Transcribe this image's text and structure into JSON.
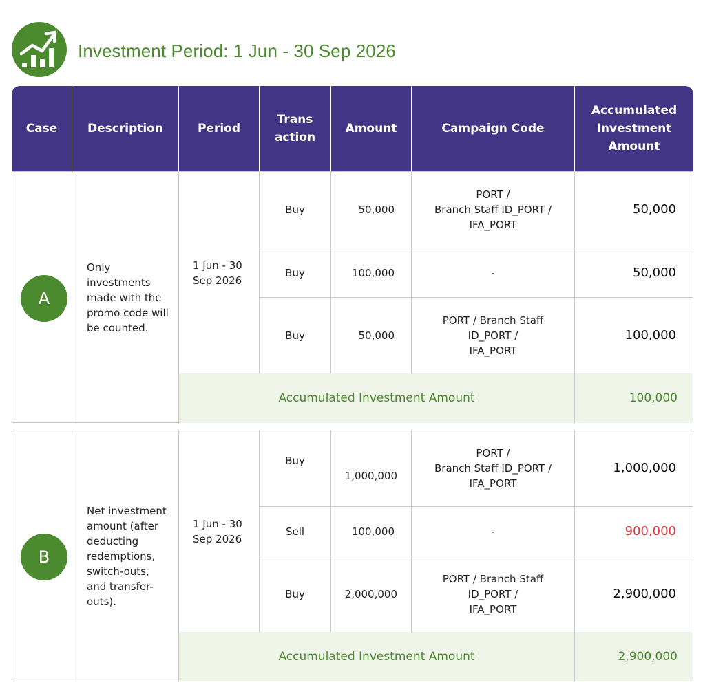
{
  "title": "Investment Period: 1 Jun - 30 Sep 2026",
  "icon": "growth-chart-icon",
  "colors": {
    "header_bg": "#423585",
    "accent_green": "#4b8a2e",
    "summary_bg": "#eef5e8",
    "negative": "#e0393e"
  },
  "columns": [
    "Case",
    "Description",
    "Period",
    "Trans\naction",
    "Amount",
    "Campaign Code",
    "Accumulated\nInvestment\nAmount"
  ],
  "cases": [
    {
      "label": "A",
      "description": "Only investments made with the promo code will be counted.",
      "period": "1 Jun - 30 Sep 2026",
      "rows": [
        {
          "transaction": "Buy",
          "amount": "50,000",
          "campaign_code": "PORT /\nBranch Staff ID_PORT /\nIFA_PORT",
          "accumulated": "50,000"
        },
        {
          "transaction": "Buy",
          "amount": "100,000",
          "campaign_code": "-",
          "accumulated": "50,000"
        },
        {
          "transaction": "Buy",
          "amount": "50,000",
          "campaign_code": "PORT / Branch Staff\nID_PORT /\nIFA_PORT",
          "accumulated": "100,000"
        }
      ],
      "summary_label": "Accumulated Investment Amount",
      "summary_value": "100,000"
    },
    {
      "label": "B",
      "description": "Net investment amount (after deducting redemptions, switch-outs, and transfer-outs).",
      "period": "1 Jun - 30 Sep 2026",
      "rows": [
        {
          "transaction": "Buy",
          "amount": "1,000,000",
          "campaign_code": "PORT /\nBranch Staff ID_PORT /\nIFA_PORT",
          "accumulated": "1,000,000"
        },
        {
          "transaction": "Sell",
          "amount": "100,000",
          "campaign_code": "-",
          "accumulated": "900,000"
        },
        {
          "transaction": "Buy",
          "amount": "2,000,000",
          "campaign_code": "PORT / Branch Staff\nID_PORT /\nIFA_PORT",
          "accumulated": "2,900,000"
        }
      ],
      "summary_label": "Accumulated Investment Amount",
      "summary_value": "2,900,000"
    }
  ]
}
